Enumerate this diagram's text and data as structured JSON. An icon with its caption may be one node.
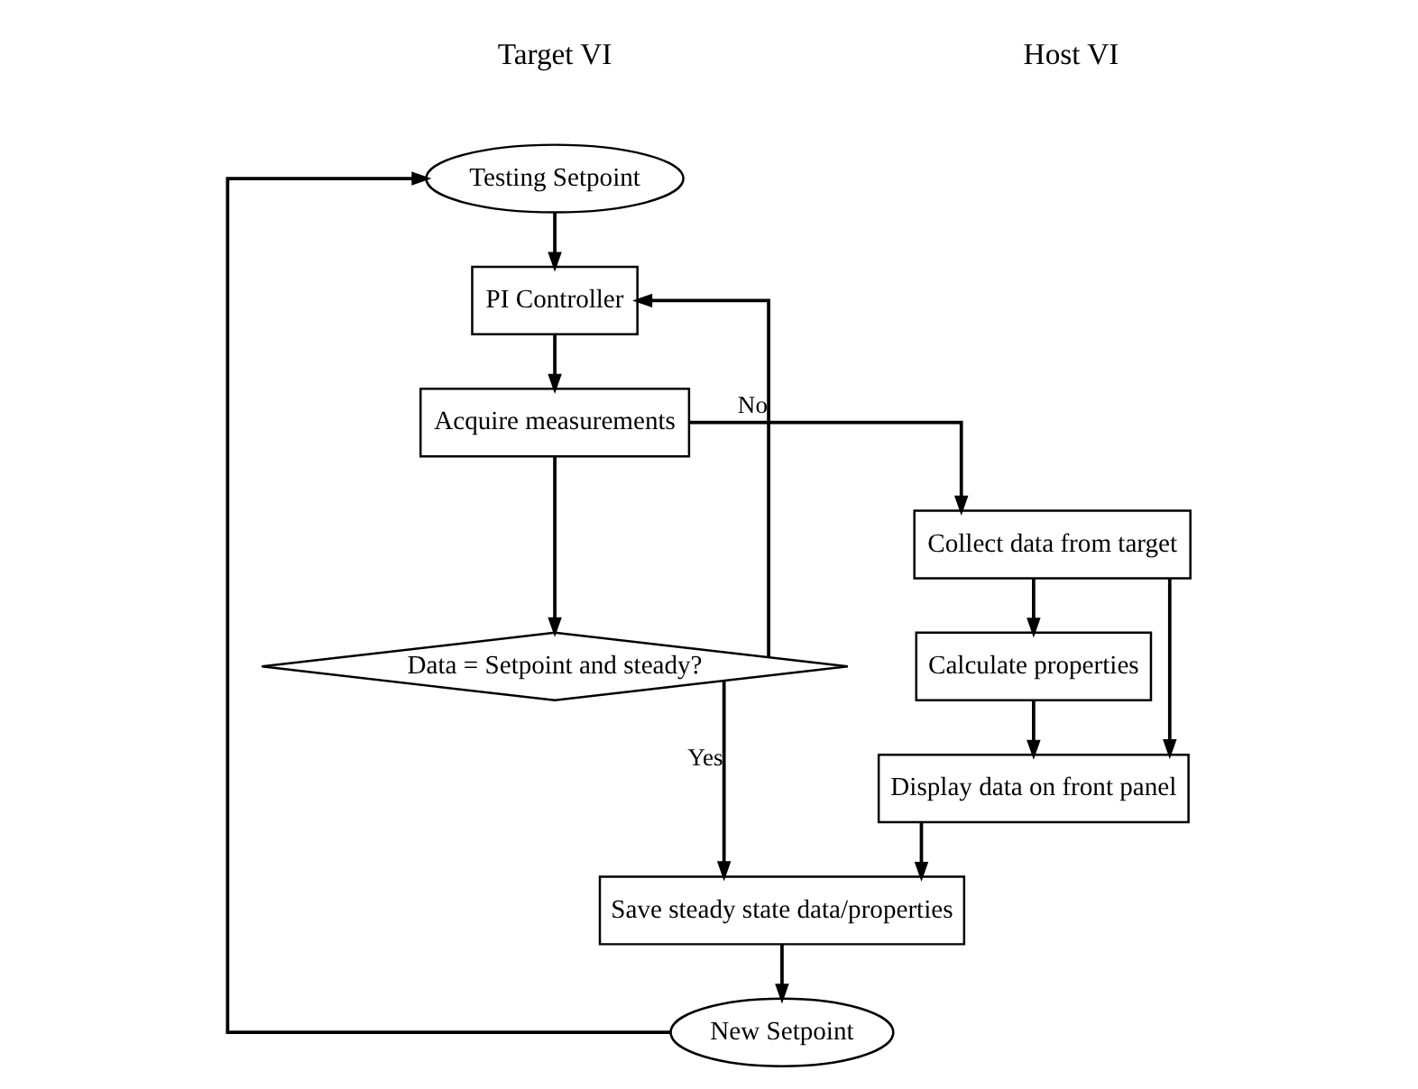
{
  "diagram": {
    "nodes": [
      {
        "text": [
          "Testing Setpoint"
        ]
      },
      {
        "text": [
          "PI Controller"
        ]
      },
      {
        "text": [
          "Acquire measurements"
        ]
      },
      {
        "text": [
          "Data = Setpoint and steady?"
        ]
      },
      {
        "text": [
          "Collect data from target"
        ]
      },
      {
        "text": [
          "Calculate properties"
        ]
      },
      {
        "text": [
          "Display data on front panel"
        ]
      },
      {
        "text": [
          "Save steady state data/properties"
        ]
      },
      {
        "text": [
          "New Setpoint"
        ]
      }
    ],
    "edges": [
      {
        "from": 0,
        "to": 1,
        "arrow": "to"
      },
      {
        "from": 1,
        "to": 2,
        "arrow": "to"
      },
      {
        "from": 2,
        "to": 3,
        "arrow": "to"
      },
      {
        "from": 3,
        "to": 1,
        "arrow": "to",
        "label": "No"
      },
      {
        "from": 2,
        "to": 4,
        "arrow": "to"
      },
      {
        "from": 4,
        "to": 5,
        "arrow": "to"
      },
      {
        "from": 4,
        "to": 6,
        "arrow": "to"
      },
      {
        "from": 5,
        "to": 6,
        "arrow": "to"
      },
      {
        "from": 3,
        "to": 7,
        "arrow": "to",
        "label": "Yes"
      },
      {
        "from": 6,
        "to": 7,
        "arrow": "to"
      },
      {
        "from": 7,
        "to": 8,
        "arrow": "to"
      },
      {
        "from": 8,
        "to": 0,
        "arrow": "to"
      }
    ],
    "labels": [
      "Target VI",
      "Host VI"
    ]
  }
}
